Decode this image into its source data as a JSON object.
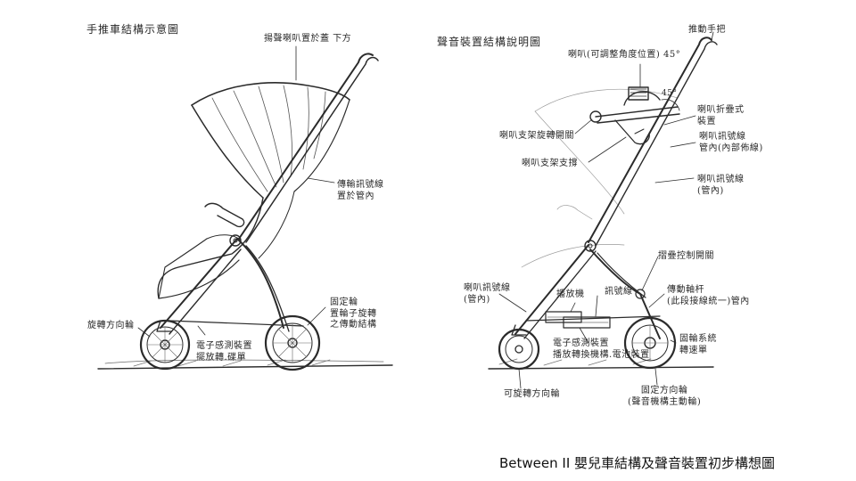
{
  "left_sketch": {
    "title": "手推車結構示意圖",
    "labels": {
      "speaker_position": "揚聲喇叭置於蓋 下方",
      "transmission": "傳輸訊號線\n置於管內",
      "rotating_wheel": "旋轉方向輪",
      "sensor": "電子感測裝置\n擺放轉.碟單",
      "fixed_wheel": "固定輪\n置輪子旋轉\n之傳動結構"
    }
  },
  "right_sketch": {
    "title": "聲音裝置結構說明圖",
    "labels": {
      "handle": "推動手把",
      "speaker_angle": "喇叭(可調整角度位置) 45°",
      "angle_mark": "45°",
      "speaker_rotation": "喇叭支架旋轉開關",
      "speaker_bracket": "喇叭支架支撐",
      "speaker_adjust": "喇叭折疊式\n裝置",
      "speaker_wire_top": "喇叭訊號線\n管內(內部佈線)",
      "speaker_wire_mid": "喇叭訊號線\n(管內)",
      "fold_control": "摺疊控制開關",
      "speaker_wire_low": "喇叭訊號線\n(管內)",
      "player": "播放機",
      "wire": "訊號線",
      "drive_shaft": "傳動軸杆\n(此段接線統一)管內",
      "sensor": "電子感測裝置\n播放轉換機構.電池裝置",
      "wheel_system": "固輪系統\n轉速單",
      "rotating_wheel": "可旋轉方向輪",
      "fixed_wheel": "固定方向輪\n(聲音機構主動輪)"
    }
  },
  "caption": "Between II 嬰兒車結構及聲音裝置初步構想圖"
}
